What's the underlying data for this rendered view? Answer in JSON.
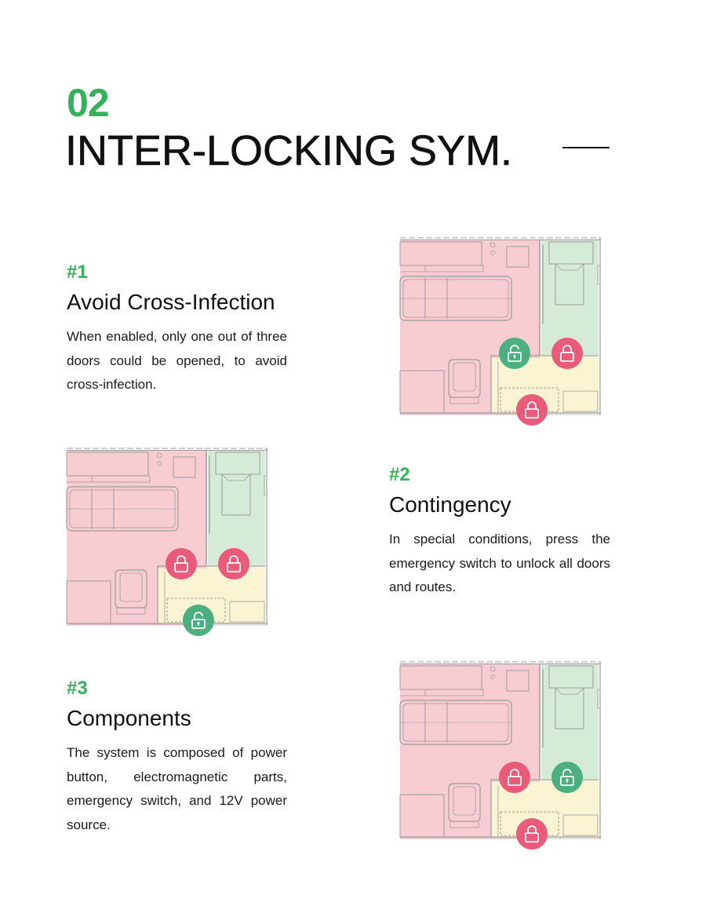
{
  "header": {
    "number": "02",
    "title": "INTER-LOCKING SYM."
  },
  "accent": "#35b15a",
  "colors": {
    "locked": "#ea5b7a",
    "unlocked": "#4caf7f",
    "zone_red": "#f8cdd2",
    "zone_green": "#d5ebd7",
    "zone_yellow": "#fbf4d3"
  },
  "sections": [
    {
      "tag": "#1",
      "heading": "Avoid Cross-Infection",
      "body": "When enabled, only one out of three doors could be opened, to avoid cross-infection."
    },
    {
      "tag": "#2",
      "heading": "Contingency",
      "body": "In special conditions, press the emergency switch to unlock all doors and routes."
    },
    {
      "tag": "#3",
      "heading": "Components",
      "body": "The system is composed of power button, electromagnetic parts, emergency switch, and 12V power source."
    }
  ],
  "plans": [
    {
      "lock_left": "unlocked",
      "lock_right": "locked",
      "lock_bottom": "locked",
      "icon_names": [
        "unlock-icon",
        "lock-icon",
        "lock-icon"
      ]
    },
    {
      "lock_left": "locked",
      "lock_right": "locked",
      "lock_bottom": "unlocked",
      "icon_names": [
        "lock-icon",
        "lock-icon",
        "unlock-icon"
      ]
    },
    {
      "lock_left": "locked",
      "lock_right": "unlocked",
      "lock_bottom": "locked",
      "icon_names": [
        "lock-icon",
        "unlock-icon",
        "lock-icon"
      ]
    }
  ]
}
